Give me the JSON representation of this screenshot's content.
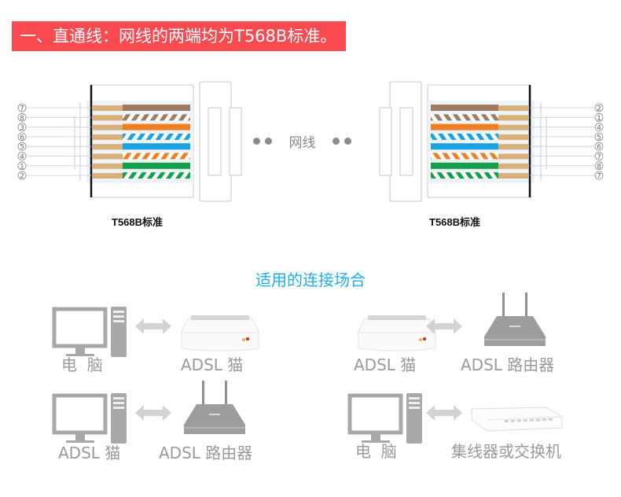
{
  "heading": "一、直通线：网线的两端均为T568B标准。",
  "colors": {
    "banner": "#f84a4f",
    "subtitle": "#1ab0ec",
    "wire_brown": "#9e7b62",
    "wire_orange": "#f07f23",
    "wire_blue": "#1aa3e0",
    "wire_green": "#14a04a",
    "contact_gold": "#d7b07a",
    "device_gray": "#a8a8a8"
  },
  "connector_left": {
    "label": "T568B标准",
    "pin_labels": [
      "⑦",
      "⑧",
      "③",
      "⑥",
      "⑤",
      "④",
      "①",
      "②"
    ],
    "wires": [
      {
        "color": "brown",
        "striped": false
      },
      {
        "color": "brown",
        "striped": true
      },
      {
        "color": "orange",
        "striped": false
      },
      {
        "color": "blue",
        "striped": true
      },
      {
        "color": "blue",
        "striped": false
      },
      {
        "color": "orange",
        "striped": true
      },
      {
        "color": "green",
        "striped": false
      },
      {
        "color": "green",
        "striped": true
      }
    ]
  },
  "connector_right": {
    "label": "T568B标准",
    "pin_labels": [
      "②",
      "①",
      "④",
      "⑤",
      "⑥",
      "⑦",
      "⑧",
      "⑦"
    ],
    "wires": [
      {
        "color": "brown",
        "striped": false
      },
      {
        "color": "brown",
        "striped": true
      },
      {
        "color": "orange",
        "striped": false
      },
      {
        "color": "blue",
        "striped": true
      },
      {
        "color": "blue",
        "striped": false
      },
      {
        "color": "orange",
        "striped": true
      },
      {
        "color": "green",
        "striped": false
      },
      {
        "color": "green",
        "striped": true
      }
    ]
  },
  "cable_label": "网线",
  "subtitle": "适用的连接场合",
  "scenarios": [
    {
      "left": {
        "icon": "computer",
        "label": "电  脑"
      },
      "right": {
        "icon": "modem",
        "label": "ADSL 猫"
      }
    },
    {
      "left": {
        "icon": "modem",
        "label": "ADSL 猫"
      },
      "right": {
        "icon": "router",
        "label": "ADSL 路由器"
      }
    },
    {
      "left": {
        "icon": "computer",
        "label": "ADSL 猫"
      },
      "right": {
        "icon": "router",
        "label": "ADSL 路由器"
      }
    },
    {
      "left": {
        "icon": "computer",
        "label": "电  脑"
      },
      "right": {
        "icon": "switch",
        "label": "集线器或交换机"
      }
    }
  ]
}
